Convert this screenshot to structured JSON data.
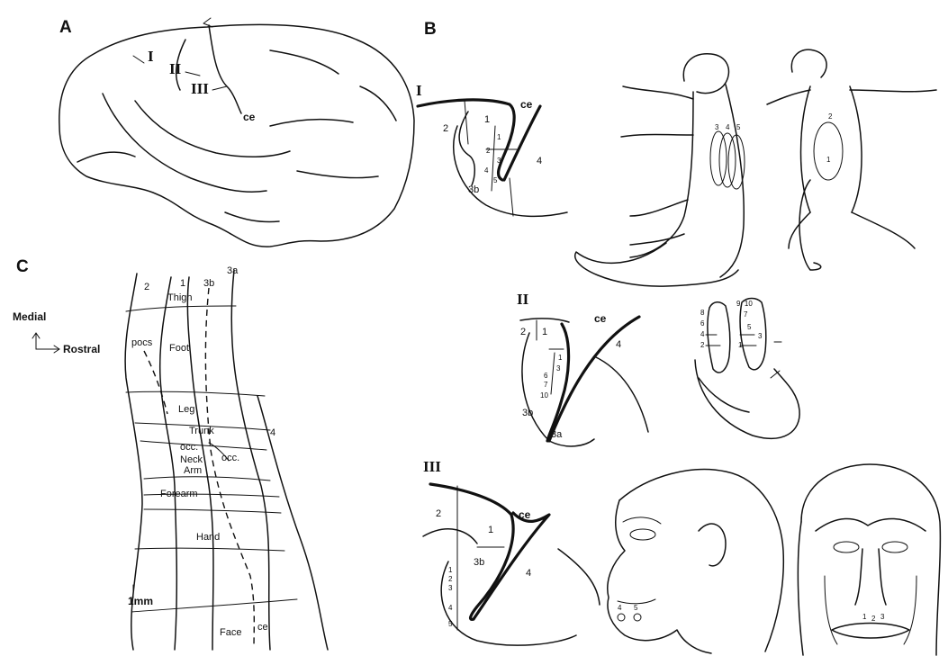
{
  "panel_labels": {
    "a": "A",
    "b": "B",
    "c": "C"
  },
  "brain": {
    "marks": [
      "I",
      "II",
      "III"
    ],
    "sulcus": "ce"
  },
  "section_I": {
    "roman": "I",
    "areas": [
      "2",
      "1",
      "3b",
      "4"
    ],
    "sulcus": "ce",
    "sites": [
      "1",
      "2",
      "3",
      "4",
      "5"
    ]
  },
  "section_II": {
    "roman": "II",
    "areas": [
      "2",
      "1",
      "3b",
      "3a",
      "4"
    ],
    "sulcus": "ce",
    "sites": [
      "1",
      "3",
      "6",
      "7",
      "10"
    ]
  },
  "section_III": {
    "roman": "III",
    "areas": [
      "2",
      "1",
      "3b",
      "4"
    ],
    "sulcus": "ce",
    "sites": [
      "1",
      "2",
      "3",
      "4",
      "5"
    ]
  },
  "monkey_side": {
    "numbers": [
      "3",
      "4",
      "5"
    ]
  },
  "monkey_back": {
    "numbers": [
      "2",
      "1"
    ]
  },
  "hand": {
    "numbers": [
      "8",
      "9, 10",
      "7",
      "6",
      "5",
      "4",
      "3",
      "2",
      "1"
    ]
  },
  "face_side": {
    "numbers": [
      "4",
      "5"
    ]
  },
  "face_front": {
    "numbers": [
      "1",
      "2",
      "3"
    ]
  },
  "map": {
    "orientation": {
      "medial": "Medial",
      "rostral": "Rostral"
    },
    "area_labels": [
      "2",
      "1",
      "3b",
      "3a",
      "4"
    ],
    "sulci": [
      "pocs",
      "ce"
    ],
    "regions": [
      "Thigh",
      "Foot",
      "Leg",
      "Trunk",
      "occ.",
      "Neck",
      "Arm",
      "occ.",
      "Forearm",
      "Hand",
      "Face"
    ],
    "scale": "1mm"
  }
}
